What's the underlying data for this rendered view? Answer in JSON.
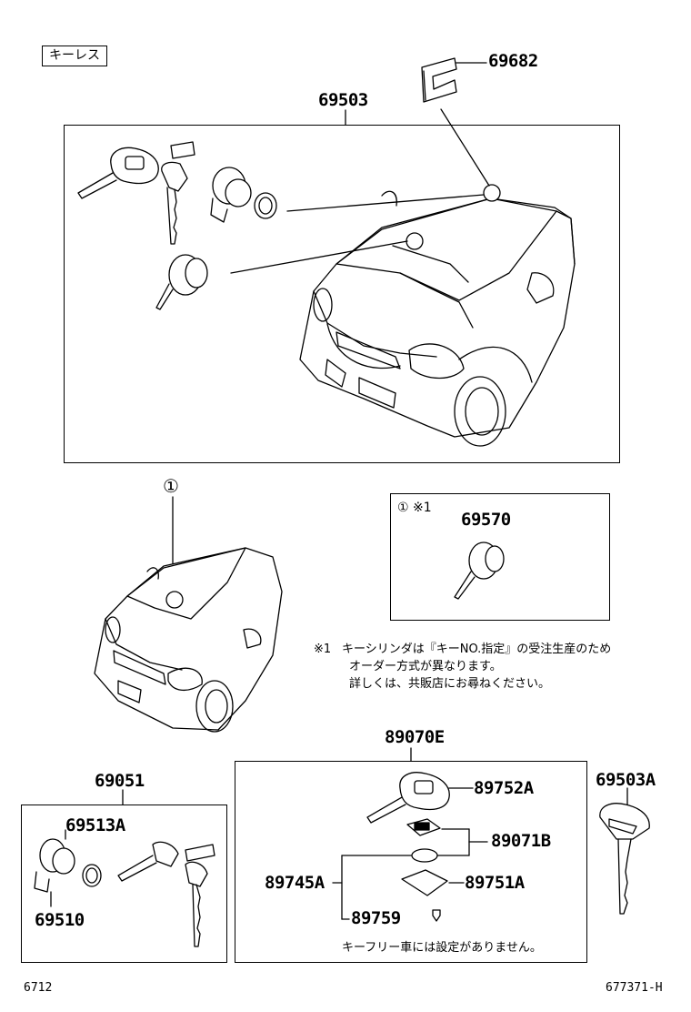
{
  "tag": "キーレス",
  "parts": {
    "p69682": "69682",
    "p69503": "69503",
    "p69570": "69570",
    "p89070E": "89070E",
    "p69051": "69051",
    "p69513A": "69513A",
    "p69510": "69510",
    "p89752A": "89752A",
    "p89071B": "89071B",
    "p89745A": "89745A",
    "p89751A": "89751A",
    "p89759": "89759",
    "p69503A": "69503A"
  },
  "callout": "①",
  "inset_header": "① ※1",
  "note": {
    "marker": "※1",
    "line1": "キーシリンダは『キーNO.指定』の受注生産のため",
    "line2": "オーダー方式が異なります。",
    "line3": "詳しくは、共販店にお尋ねください。"
  },
  "keyfree_note": "キーフリー車には設定がありません。",
  "footer": {
    "left": "6712",
    "right": "677371-H"
  }
}
